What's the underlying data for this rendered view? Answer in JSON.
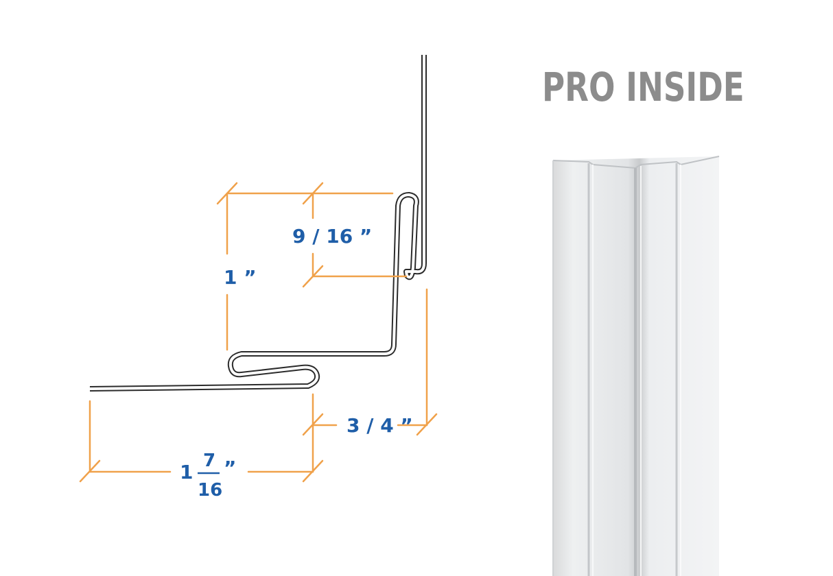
{
  "title": "PRO INSIDE",
  "dimensions": {
    "gap": "9 / 16 ”",
    "height": "1 ”",
    "width": "3 / 4 ”",
    "base_whole": "1",
    "base_num": "7",
    "base_den": "16",
    "base_unit": "”"
  },
  "colors": {
    "dimension_line": "#f0a14a",
    "dimension_text": "#1f5ea8",
    "title": "#8c8c8c",
    "profile": "#2b2b2b"
  }
}
